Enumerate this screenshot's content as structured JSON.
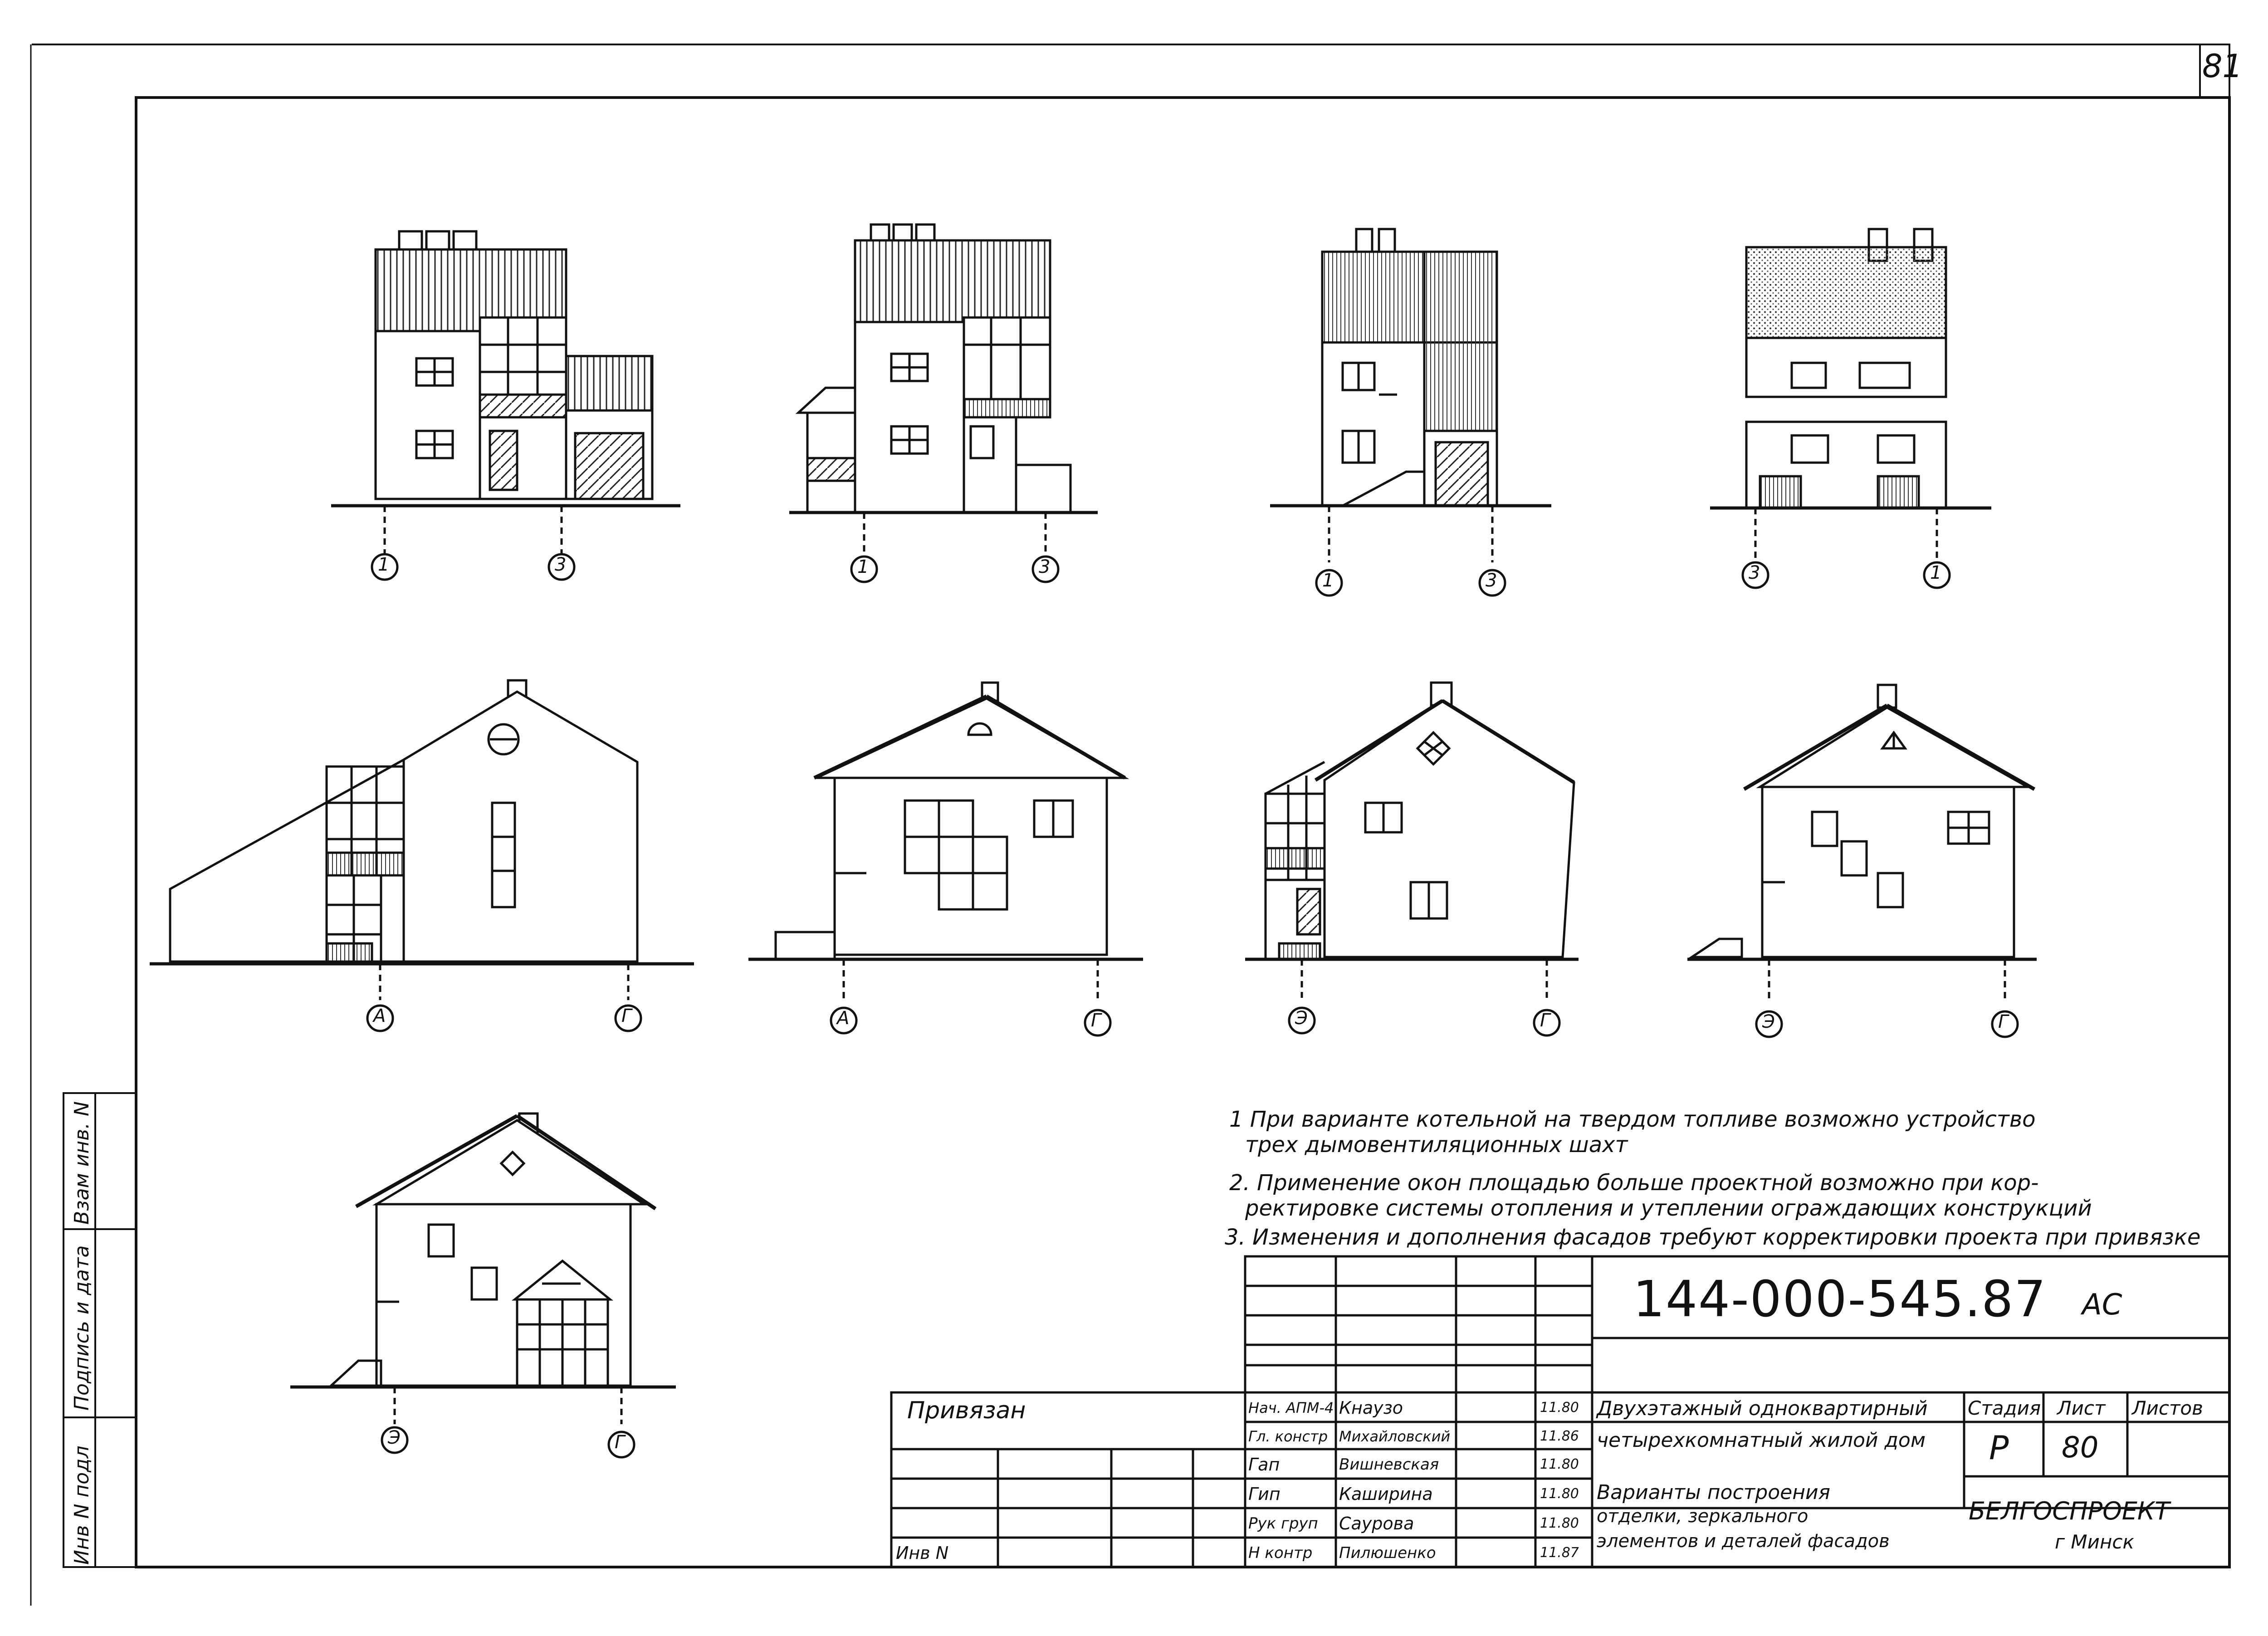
{
  "sheet": {
    "sheet_corner_number": "81",
    "notes": [
      "1 При варианте котельной на твердом топливе возможно устройство",
      "трех дымовентиляционных шахт",
      "2. Применение окон площадью больше проектной      возможно при кор-",
      "ректировке системы отопления и утеплении ограждающих конструкций",
      "3. Изменения и дополнения фасадов требуют корректировки проекта при привязке"
    ],
    "side_stamp": [
      "Взам инв. N",
      "Подпись и дата",
      "Инв N подл"
    ],
    "privyazan": {
      "label": "Привязан",
      "inv_label": "Инв N"
    },
    "title_block": {
      "code": "144-000-545.87",
      "mark": "АС",
      "roles": [
        "Нач. АПМ-4",
        "Гл. констр",
        "Гап",
        "Гип",
        "Рук груп",
        "Н контр"
      ],
      "names": [
        "Кнаузо",
        "Михайловский",
        "Вишневская",
        "Каширина",
        "Саурова",
        "Пилюшенко"
      ],
      "dates": [
        "11.80",
        "11.86",
        "11.80",
        "11.80",
        "11.80",
        "11.87"
      ],
      "object_name_1": "Двухэтажный одноквартирный",
      "object_name_2": "четырехкомнатный жилой дом",
      "sheet_title_1": "Варианты построения",
      "sheet_title_2": "отделки, зеркального",
      "sheet_title_3": "элементов и деталей фасадов",
      "stage_header": "Стадия",
      "sheet_header": "Лист",
      "sheets_header": "Листов",
      "stage": "Р",
      "sheet_no": "80",
      "org_1": "БЕЛГОСПРОЕКТ",
      "org_2": "г Минск"
    },
    "axis_labels": {
      "row1": [
        "1",
        "3",
        "1",
        "3",
        "1",
        "3",
        "3",
        "1"
      ],
      "row2": [
        "А",
        "Г",
        "А",
        "Г",
        "Э",
        "Г",
        "Э",
        "Г"
      ],
      "row3": [
        "Э",
        "Г"
      ]
    }
  }
}
